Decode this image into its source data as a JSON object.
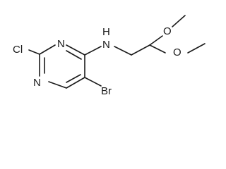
{
  "molecule": {
    "atoms": {
      "cl": "Cl",
      "n1": "N",
      "n3": "N",
      "nh_n": "N",
      "nh_h": "H",
      "br": "Br",
      "o_upper": "O",
      "o_lower": "O"
    }
  }
}
